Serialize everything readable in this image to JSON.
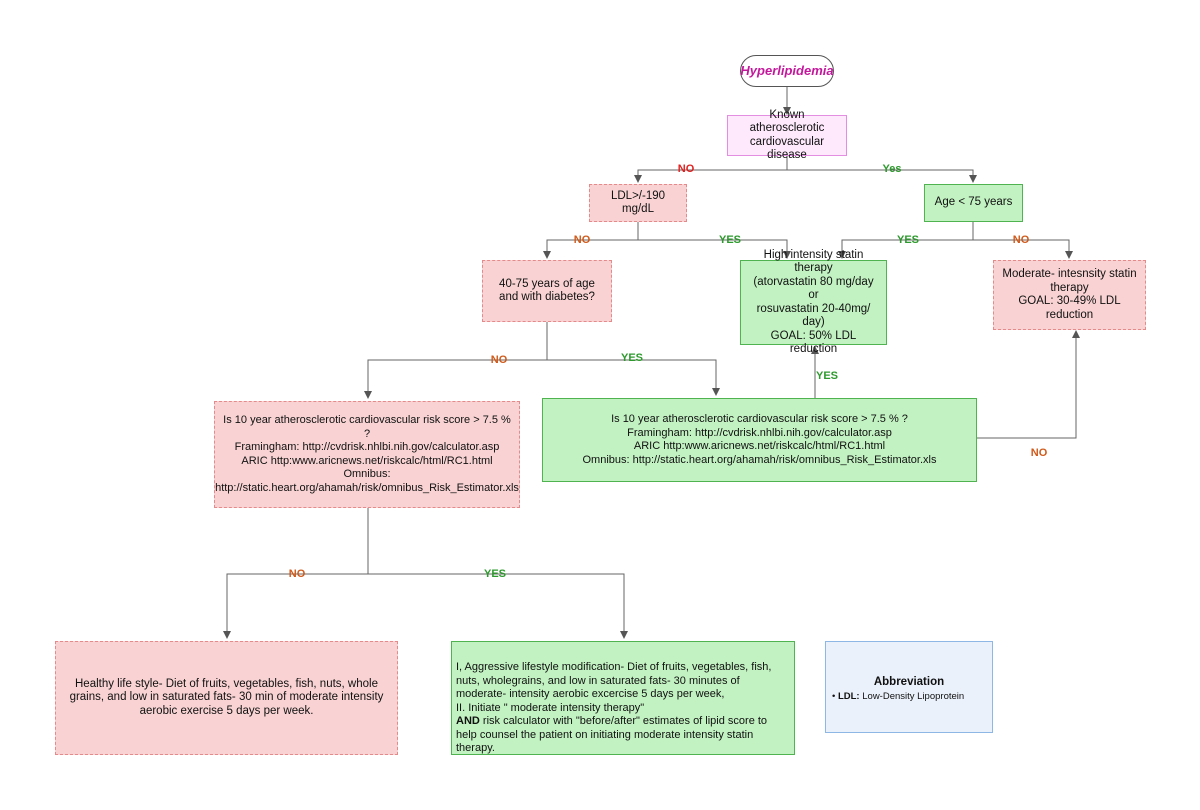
{
  "start": "Hyperlipidemia",
  "nodes": {
    "ascvd": "Known atherosclerotic cardiovascular disease",
    "ldl190": "LDL>/-190 mg/dL",
    "age75": "Age < 75 years",
    "diabetes": "40-75 years of age and with diabetes?",
    "high_statin": [
      "High intensity statin therapy",
      "(atorvastatin 80 mg/day or",
      "rosuvastatin 20-40mg/ day)",
      "GOAL: 50% LDL reduction"
    ],
    "moderate_statin": [
      "Moderate- intesnsity statin",
      "therapy",
      "GOAL: 30-49%  LDL reduction"
    ],
    "risk_left": [
      "Is 10 year atherosclerotic cardiovascular risk score > 7.5 % ?",
      "Framingham: http://cvdrisk.nhlbi.nih.gov/calculator.asp",
      "ARIC http:www.aricnews.net/riskcalc/html/RC1.html",
      "Omnibus:",
      "http://static.heart.org/ahamah/risk/omnibus_Risk_Estimator.xls"
    ],
    "risk_right": [
      "Is 10 year atherosclerotic cardiovascular risk score > 7.5 % ?",
      "Framingham: http://cvdrisk.nhlbi.nih.gov/calculator.asp",
      "ARIC http:www.aricnews.net/riskcalc/html/RC1.html",
      "Omnibus: http://static.heart.org/ahamah/risk/omnibus_Risk_Estimator.xls"
    ],
    "healthy": "Healthy life style- Diet of fruits, vegetables, fish, nuts, whole grains, and low in saturated fats- 30 min  of moderate intensity aerobic exercise 5 days per week.",
    "aggressive": {
      "line1": "I, Aggressive lifestyle modification- Diet of fruits, vegetables, fish, nuts, wholegrains, and low in saturated fats- 30 minutes of moderate- intensity aerobic excercise 5 days per week,",
      "line2": "II. Initiate \" moderate intensity therapy\"",
      "and": "AND",
      "line3": " risk calculator with \"before/after\" estimates of lipid score to help counsel the patient on initiating moderate intensity statin therapy."
    }
  },
  "abbreviation": {
    "title": "Abbreviation",
    "bullet": "•",
    "term": "LDL:",
    "definition": " Low-Density Lipoprotein"
  },
  "labels": {
    "no1": "NO",
    "yes1": "Yes",
    "no2": "NO",
    "yes2": "YES",
    "yes3": "YES",
    "no3": "NO",
    "no4": "NO",
    "yes4": "YES",
    "yes5": "YES",
    "no5": "NO",
    "no6": "NO",
    "yes6": "YES"
  },
  "colors": {
    "start_text": "#c4189c",
    "no_label": "#d05a1a",
    "no_red": "#e02020",
    "yes_label": "#2d9a2d",
    "decision_fill": "#f9d3d3",
    "action_fill": "#c2f2c2",
    "info_fill": "#eaf1fb"
  }
}
